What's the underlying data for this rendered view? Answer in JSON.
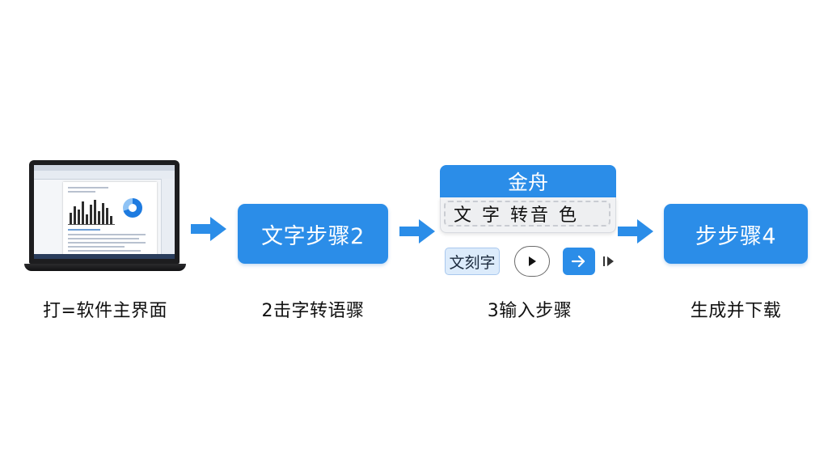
{
  "steps": [
    {
      "caption": "打=软件主界面"
    },
    {
      "label": "文字步骤2",
      "caption": "2击字转语骤"
    },
    {
      "header": "金舟",
      "field_text": "文 字 转音  色",
      "chip_label": "文刻字",
      "caption": "3输入步骤"
    },
    {
      "label": "步步骤4",
      "caption": "生成并下载"
    }
  ],
  "icons": {
    "laptop": "laptop-screenshot-icon",
    "arrow": "right-arrow-icon",
    "play": "play-icon",
    "send": "send-arrow-icon",
    "next": "skip-next-icon"
  },
  "colors": {
    "accent": "#2b8de8",
    "arrow": "#2b8de8",
    "chip_bg": "#dcebfb"
  }
}
